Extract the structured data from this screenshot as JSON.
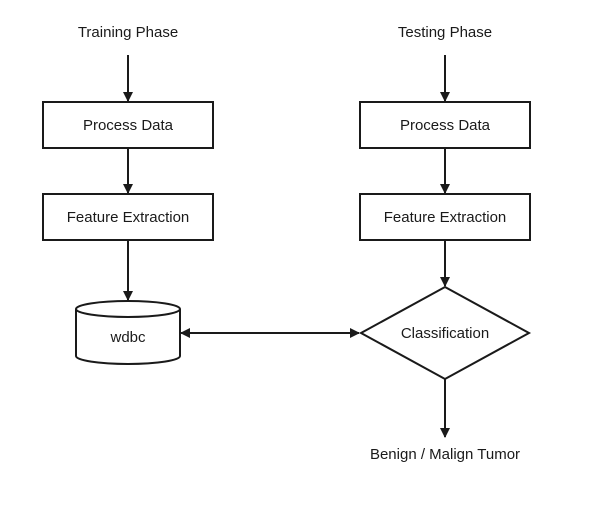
{
  "training": {
    "title": "Training Phase",
    "process_label": "Process Data",
    "feature_label": "Feature Extraction",
    "db_label": "wdbc"
  },
  "testing": {
    "title": "Testing Phase",
    "process_label": "Process Data",
    "feature_label": "Feature Extraction",
    "decision_label": "Classification",
    "output_label": "Benign / Malign Tumor"
  },
  "colors": {
    "stroke": "#1a1a1a",
    "fill": "#ffffff"
  }
}
